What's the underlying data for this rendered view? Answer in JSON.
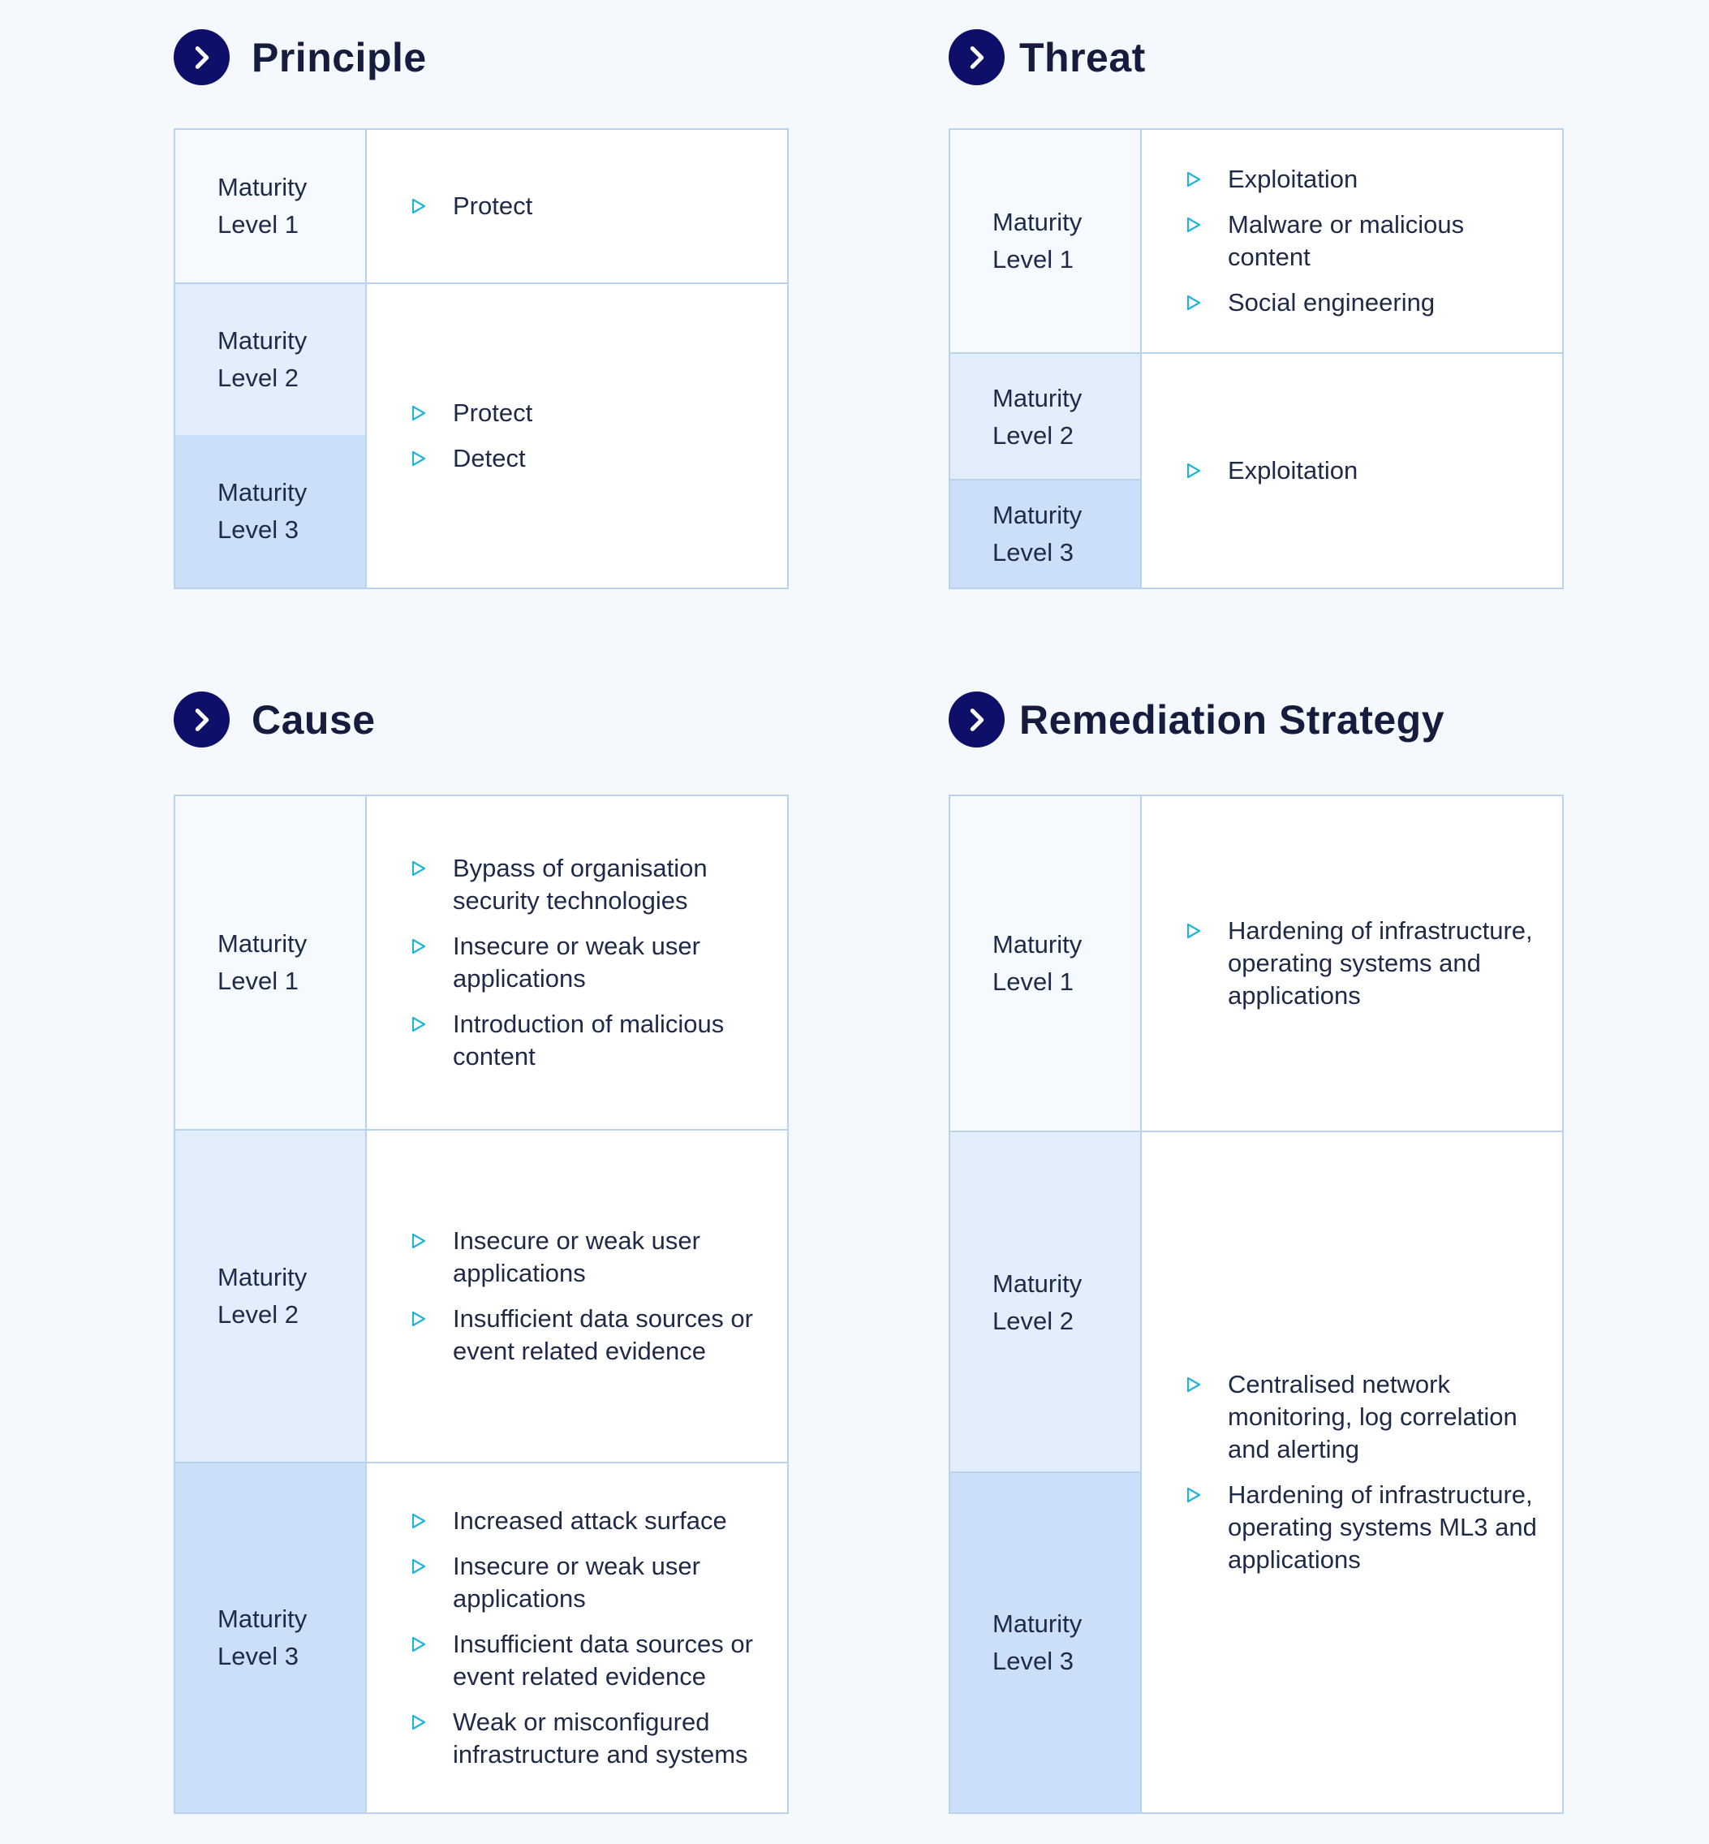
{
  "sections": {
    "principle": {
      "title": "Principle",
      "rows": [
        {
          "level_line1": "Maturity",
          "level_line2": "Level 1",
          "items": [
            "Protect"
          ]
        },
        {
          "level_line1": "Maturity",
          "level_line2": "Level 2"
        },
        {
          "level_line1": "Maturity",
          "level_line2": "Level 3",
          "items": [
            "Protect",
            "Detect"
          ]
        }
      ]
    },
    "threat": {
      "title": "Threat",
      "rows": [
        {
          "level_line1": "Maturity",
          "level_line2": "Level 1",
          "items": [
            "Exploitation",
            "Malware or malicious content",
            "Social engineering"
          ]
        },
        {
          "level_line1": "Maturity",
          "level_line2": "Level 2"
        },
        {
          "level_line1": "Maturity",
          "level_line2": "Level 3",
          "items": [
            "Exploitation"
          ]
        }
      ]
    },
    "cause": {
      "title": "Cause",
      "rows": [
        {
          "level_line1": "Maturity",
          "level_line2": "Level 1",
          "items": [
            "Bypass of organisation security technologies",
            "Insecure or weak user applications",
            "Introduction of malicious content"
          ]
        },
        {
          "level_line1": "Maturity",
          "level_line2": "Level 2",
          "items": [
            "Insecure or weak user applications",
            "Insufficient data sources or event related evidence"
          ]
        },
        {
          "level_line1": "Maturity",
          "level_line2": "Level 3",
          "items": [
            "Increased attack surface",
            "Insecure or weak user applications",
            "Insufficient data sources or event related evidence",
            "Weak or misconfigured infrastructure and systems"
          ]
        }
      ]
    },
    "remediation": {
      "title": "Remediation Strategy",
      "rows": [
        {
          "level_line1": "Maturity",
          "level_line2": "Level 1",
          "items": [
            "Hardening of infrastructure, operating systems and applications"
          ]
        },
        {
          "level_line1": "Maturity",
          "level_line2": "Level 2"
        },
        {
          "level_line1": "Maturity",
          "level_line2": "Level 3",
          "items": [
            "Centralised network monitoring, log correlation and alerting",
            "Hardening of infrastructure, operating systems ML3 and applications"
          ]
        }
      ]
    }
  },
  "colors": {
    "page_bg": "#f5f9fe",
    "badge": "#0d0f68",
    "border": "#b9d3ef",
    "level1_bg": "#f6f9fe",
    "level2_bg": "#e3eefd",
    "level3_bg": "#ccdff9",
    "bullet": "#21b4d9"
  },
  "icons": {
    "section_badge": "chevron-right-circle-icon",
    "bullet": "triangle-right-outline-icon"
  }
}
